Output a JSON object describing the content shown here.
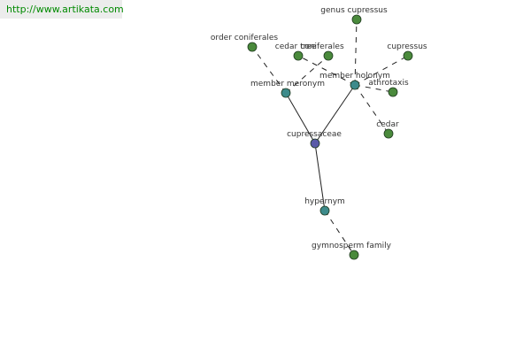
{
  "header": {
    "url_text": "http://www.artikata.com"
  },
  "graph": {
    "colors": {
      "leaf": "#4a8a3c",
      "relation": "#3d8b8b",
      "center": "#5a5aa8",
      "edge": "#222222",
      "label": "#333333"
    },
    "nodes": [
      {
        "id": "cupressaceae",
        "label": "cupressaceae",
        "kind": "center"
      },
      {
        "id": "member-meronym",
        "label": "member meronym",
        "kind": "relation"
      },
      {
        "id": "member-holonym",
        "label": "member holonym",
        "kind": "relation"
      },
      {
        "id": "hypernym",
        "label": "hypernym",
        "kind": "relation"
      },
      {
        "id": "order-coniferales",
        "label": "order coniferales",
        "kind": "leaf"
      },
      {
        "id": "cedar-tree",
        "label": "cedar tree",
        "kind": "leaf"
      },
      {
        "id": "coniferales",
        "label": "coniferales",
        "kind": "leaf"
      },
      {
        "id": "genus-cupressus",
        "label": "genus cupressus",
        "kind": "leaf"
      },
      {
        "id": "cupressus",
        "label": "cupressus",
        "kind": "leaf"
      },
      {
        "id": "athrotaxis",
        "label": "athrotaxis",
        "kind": "leaf"
      },
      {
        "id": "cedar",
        "label": "cedar",
        "kind": "leaf"
      },
      {
        "id": "gymnosperm-family",
        "label": "gymnosperm family",
        "kind": "leaf"
      }
    ],
    "edges": [
      {
        "from": "cupressaceae",
        "to": "member-meronym",
        "style": "solid"
      },
      {
        "from": "cupressaceae",
        "to": "member-holonym",
        "style": "solid"
      },
      {
        "from": "cupressaceae",
        "to": "hypernym",
        "style": "solid"
      },
      {
        "from": "member-meronym",
        "to": "order-coniferales",
        "style": "dashed"
      },
      {
        "from": "member-meronym",
        "to": "coniferales",
        "style": "dashed"
      },
      {
        "from": "member-holonym",
        "to": "cedar-tree",
        "style": "dashed"
      },
      {
        "from": "member-holonym",
        "to": "genus-cupressus",
        "style": "dashed"
      },
      {
        "from": "member-holonym",
        "to": "cupressus",
        "style": "dashed"
      },
      {
        "from": "member-holonym",
        "to": "athrotaxis",
        "style": "dashed"
      },
      {
        "from": "member-holonym",
        "to": "cedar",
        "style": "dashed"
      },
      {
        "from": "hypernym",
        "to": "gymnosperm-family",
        "style": "dashed"
      }
    ]
  }
}
